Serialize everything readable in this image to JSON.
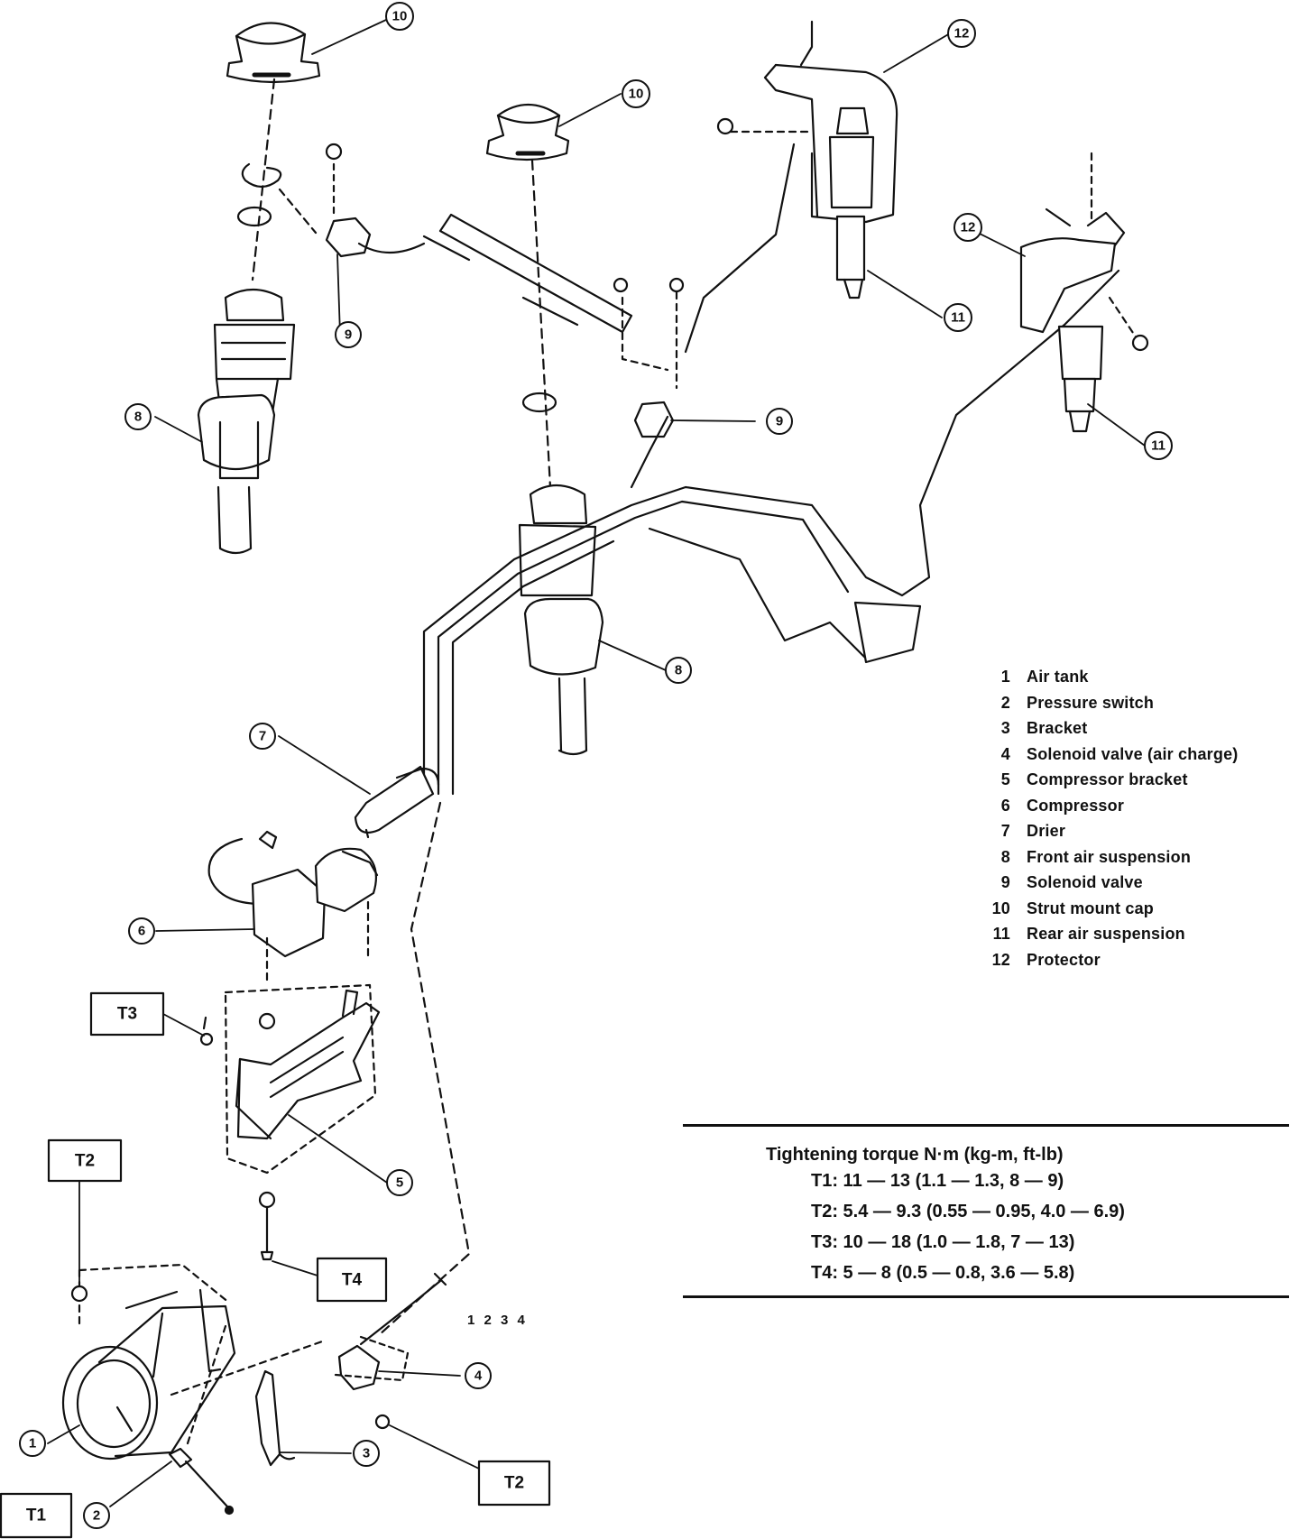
{
  "callouts": {
    "c1": "1",
    "c2": "2",
    "c3": "3",
    "c4": "4",
    "c5": "5",
    "c6": "6",
    "c7": "7",
    "c8a": "8",
    "c8b": "8",
    "c9a": "9",
    "c9b": "9",
    "c10a": "10",
    "c10b": "10",
    "c11a": "11",
    "c11b": "11",
    "c12a": "12",
    "c12b": "12"
  },
  "torque_boxes": {
    "t1": "T1",
    "t2a": "T2",
    "t2b": "T2",
    "t3": "T3",
    "t4": "T4"
  },
  "small_codes": "1 2 3 4",
  "legend": [
    {
      "num": "1",
      "label": "Air tank"
    },
    {
      "num": "2",
      "label": "Pressure switch"
    },
    {
      "num": "3",
      "label": "Bracket"
    },
    {
      "num": "4",
      "label": "Solenoid valve (air charge)"
    },
    {
      "num": "5",
      "label": "Compressor bracket"
    },
    {
      "num": "6",
      "label": "Compressor"
    },
    {
      "num": "7",
      "label": "Drier"
    },
    {
      "num": "8",
      "label": "Front air suspension"
    },
    {
      "num": "9",
      "label": "Solenoid valve"
    },
    {
      "num": "10",
      "label": "Strut mount cap"
    },
    {
      "num": "11",
      "label": "Rear air suspension"
    },
    {
      "num": "12",
      "label": "Protector"
    }
  ],
  "torque": {
    "title": "Tightening torque  N·m (kg-m, ft-lb)",
    "rows": [
      "T1:  11 — 13 (1.1 — 1.3, 8 — 9)",
      "T2:  5.4 — 9.3 (0.55 — 0.95, 4.0 — 6.9)",
      "T3:  10 — 18 (1.0 — 1.8, 7 — 13)",
      "T4:  5 — 8 (0.5 — 0.8, 3.6 — 5.8)"
    ]
  }
}
